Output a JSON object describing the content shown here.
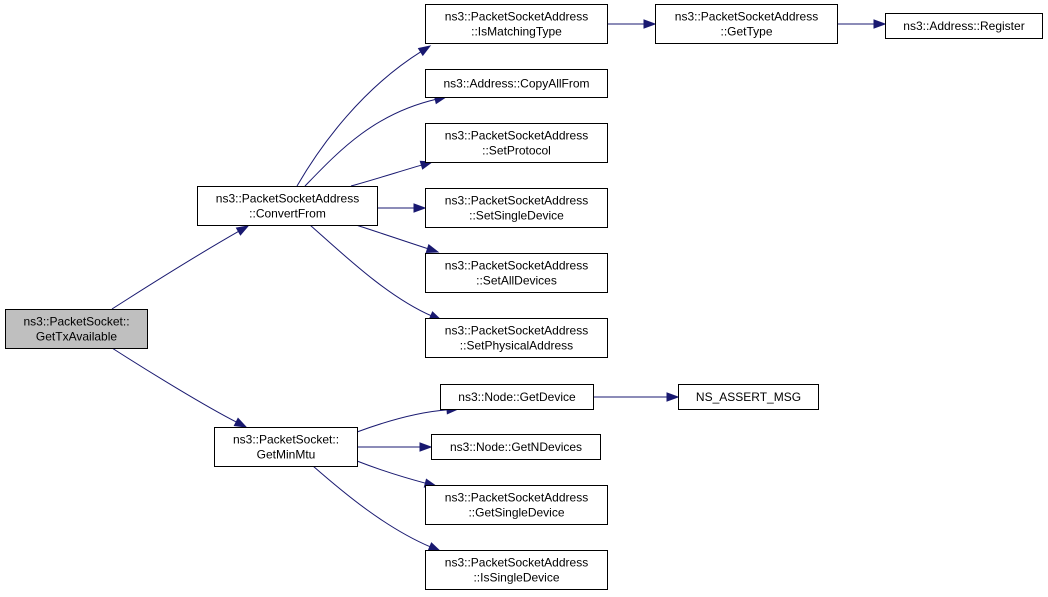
{
  "colors": {
    "edge": "#191970",
    "node_fill": "#ffffff",
    "root_fill": "#bfbfbf",
    "border": "#000000"
  },
  "nodes": [
    {
      "id": "root",
      "lines": [
        "ns3::PacketSocket::",
        "GetTxAvailable"
      ],
      "root": true
    },
    {
      "id": "convert",
      "lines": [
        "ns3::PacketSocketAddress",
        "::ConvertFrom"
      ]
    },
    {
      "id": "getminmtu",
      "lines": [
        "ns3::PacketSocket::",
        "GetMinMtu"
      ]
    },
    {
      "id": "ismatching",
      "lines": [
        "ns3::PacketSocketAddress",
        "::IsMatchingType"
      ]
    },
    {
      "id": "copyallfrom",
      "lines": [
        "ns3::Address::CopyAllFrom"
      ]
    },
    {
      "id": "setprotocol",
      "lines": [
        "ns3::PacketSocketAddress",
        "::SetProtocol"
      ]
    },
    {
      "id": "setsingledevice",
      "lines": [
        "ns3::PacketSocketAddress",
        "::SetSingleDevice"
      ]
    },
    {
      "id": "setalldevices",
      "lines": [
        "ns3::PacketSocketAddress",
        "::SetAllDevices"
      ]
    },
    {
      "id": "setphysical",
      "lines": [
        "ns3::PacketSocketAddress",
        "::SetPhysicalAddress"
      ]
    },
    {
      "id": "gettype",
      "lines": [
        "ns3::PacketSocketAddress",
        "::GetType"
      ]
    },
    {
      "id": "register",
      "lines": [
        "ns3::Address::Register"
      ]
    },
    {
      "id": "getdevice",
      "lines": [
        "ns3::Node::GetDevice"
      ]
    },
    {
      "id": "assertmsg",
      "lines": [
        "NS_ASSERT_MSG"
      ]
    },
    {
      "id": "getndevices",
      "lines": [
        "ns3::Node::GetNDevices"
      ]
    },
    {
      "id": "getsingledevice",
      "lines": [
        "ns3::PacketSocketAddress",
        "::GetSingleDevice"
      ]
    },
    {
      "id": "issingledevice",
      "lines": [
        "ns3::PacketSocketAddress",
        "::IsSingleDevice"
      ]
    }
  ],
  "edges": [
    {
      "from": "root",
      "to": "convert"
    },
    {
      "from": "root",
      "to": "getminmtu"
    },
    {
      "from": "convert",
      "to": "ismatching"
    },
    {
      "from": "convert",
      "to": "copyallfrom"
    },
    {
      "from": "convert",
      "to": "setprotocol"
    },
    {
      "from": "convert",
      "to": "setsingledevice"
    },
    {
      "from": "convert",
      "to": "setalldevices"
    },
    {
      "from": "convert",
      "to": "setphysical"
    },
    {
      "from": "ismatching",
      "to": "gettype"
    },
    {
      "from": "gettype",
      "to": "register"
    },
    {
      "from": "getminmtu",
      "to": "getdevice"
    },
    {
      "from": "getminmtu",
      "to": "getndevices"
    },
    {
      "from": "getminmtu",
      "to": "getsingledevice"
    },
    {
      "from": "getminmtu",
      "to": "issingledevice"
    },
    {
      "from": "getdevice",
      "to": "assertmsg"
    }
  ]
}
